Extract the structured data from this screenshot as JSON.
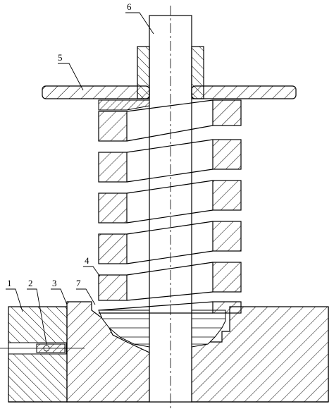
{
  "diagram": {
    "kind": "mechanical-section-drawing",
    "line_color": "#000000",
    "background": "#ffffff",
    "hatch": "diagonal",
    "labels": {
      "part1": "1",
      "part2": "2",
      "part3": "3",
      "part4": "4",
      "part5": "5",
      "part6": "6",
      "part7": "7"
    }
  }
}
